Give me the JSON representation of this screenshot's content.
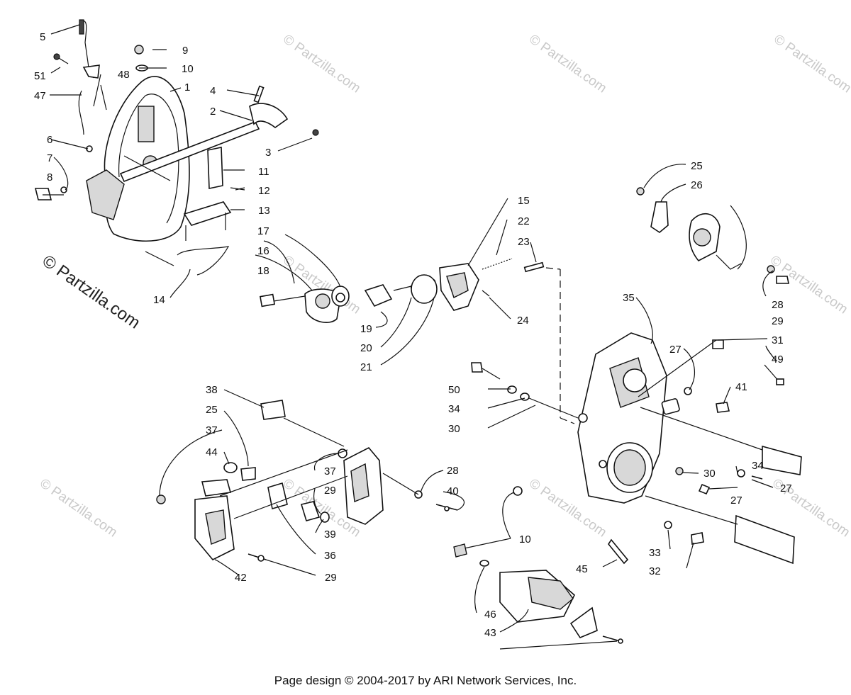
{
  "watermark": {
    "small": "© Partzilla.com",
    "large": "© Partzilla.com"
  },
  "callouts": [
    "5",
    "9",
    "51",
    "48",
    "10",
    "47",
    "1",
    "4",
    "2",
    "6",
    "3",
    "7",
    "8",
    "11",
    "12",
    "13",
    "14",
    "17",
    "16",
    "18",
    "19",
    "20",
    "21",
    "15",
    "22",
    "23",
    "24",
    "25",
    "26",
    "35",
    "28",
    "29",
    "27",
    "31",
    "49",
    "50",
    "34",
    "30",
    "41",
    "38",
    "25",
    "37",
    "44",
    "37",
    "29",
    "28",
    "40",
    "39",
    "36",
    "42",
    "29",
    "34",
    "30",
    "27",
    "27",
    "10",
    "33",
    "32",
    "45",
    "46",
    "43"
  ],
  "footer": "Page design © 2004-2017 by ARI Network Services, Inc."
}
